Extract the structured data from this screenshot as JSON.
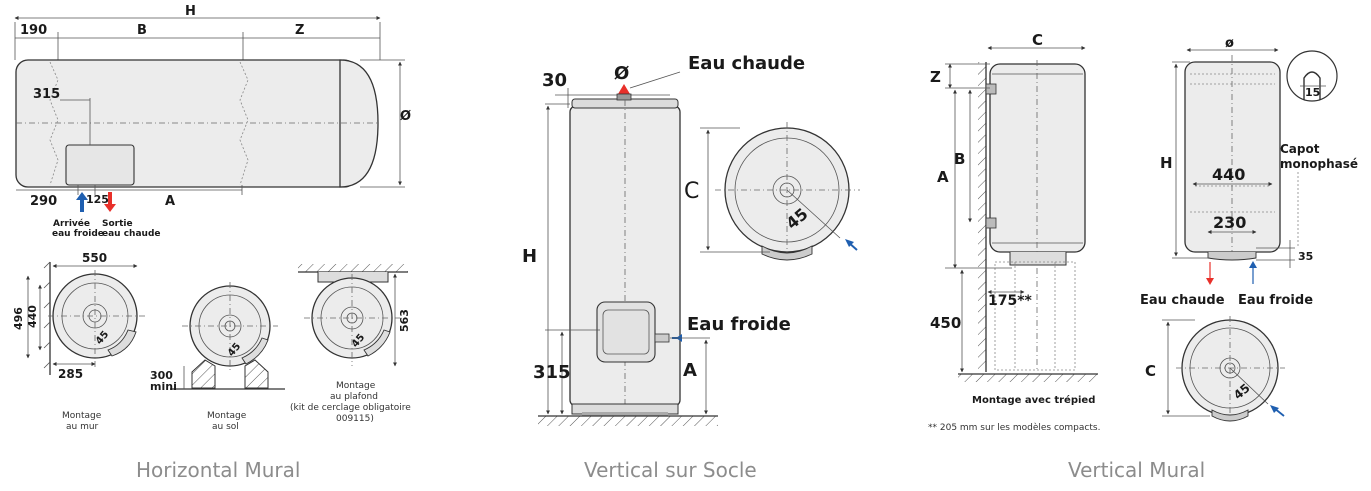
{
  "colors": {
    "hot": "#e8302a",
    "cold": "#1f5fb0",
    "caption": "#8c8c8c"
  },
  "horizontal": {
    "caption": "Horizontal Mural",
    "dims": {
      "H": "H",
      "d190": "190",
      "B": "B",
      "Z": "Z",
      "d315": "315",
      "diam": "Ø",
      "d290": "290",
      "d125": "125",
      "A": "A"
    },
    "labels": {
      "cold_l1": "Arrivée",
      "cold_l2": "eau froide",
      "hot_l1": "Sortie",
      "hot_l2": "eau chaude"
    },
    "views": {
      "wall": {
        "d550": "550",
        "d496": "496",
        "d440": "440",
        "d285": "285",
        "d45": "45",
        "cap1": "Montage",
        "cap2": "au mur"
      },
      "floor": {
        "d300": "300",
        "mini": "mini",
        "d45": "45",
        "cap1": "Montage",
        "cap2": "au sol"
      },
      "ceiling": {
        "d563": "563",
        "d45": "45",
        "cap1": "Montage",
        "cap2": "au plafond",
        "cap3": "(kit de cerclage obligatoire",
        "cap4": "009115)"
      }
    }
  },
  "socle": {
    "caption": "Vertical sur Socle",
    "dims": {
      "d30": "30",
      "diam": "Ø",
      "H": "H",
      "d315": "315",
      "A": "A",
      "C": "C",
      "d45": "45"
    },
    "labels": {
      "hot": "Eau chaude",
      "cold": "Eau froide"
    }
  },
  "vmural": {
    "caption": "Vertical Mural",
    "dims": {
      "C": "C",
      "Z": "Z",
      "A": "A",
      "B": "B",
      "d450": "450",
      "d175": "175**",
      "diam": "ø",
      "d15": "15",
      "H": "H",
      "d440": "440",
      "d230": "230",
      "d35": "35",
      "C2": "C",
      "d45": "45"
    },
    "labels": {
      "capot1": "Capot",
      "capot2": "monophasé",
      "hot": "Eau chaude",
      "cold": "Eau froide",
      "tripod": "Montage avec trépied",
      "note": "** 205 mm sur les modèles compacts."
    }
  }
}
